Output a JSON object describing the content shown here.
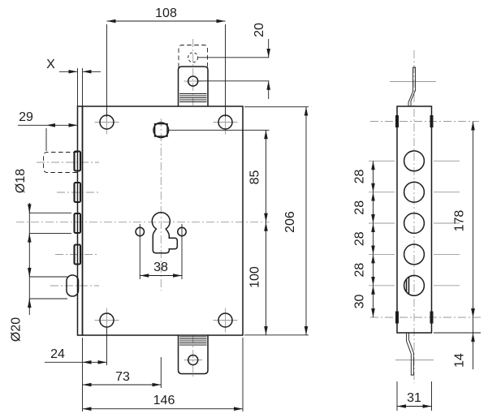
{
  "front": {
    "hole_pitch_top": "108",
    "tab_travel": "20",
    "faceplate_thickness": "X",
    "bolt_throw": "29",
    "bolt_diameter": "Ø18",
    "pin_diameter": "Ø20",
    "edge_to_hole": "24",
    "edge_to_cylinder": "73",
    "body_width": "146",
    "screw_pitch": "38",
    "spindle_to_center": "85",
    "center_to_bottom": "100",
    "body_height": "206"
  },
  "side": {
    "pitch_1": "28",
    "pitch_2": "28",
    "pitch_3": "28",
    "pitch_4": "28",
    "pitch_5": "30",
    "pivot_span": "178",
    "pivot_to_edge": "14",
    "plate_width": "31"
  }
}
